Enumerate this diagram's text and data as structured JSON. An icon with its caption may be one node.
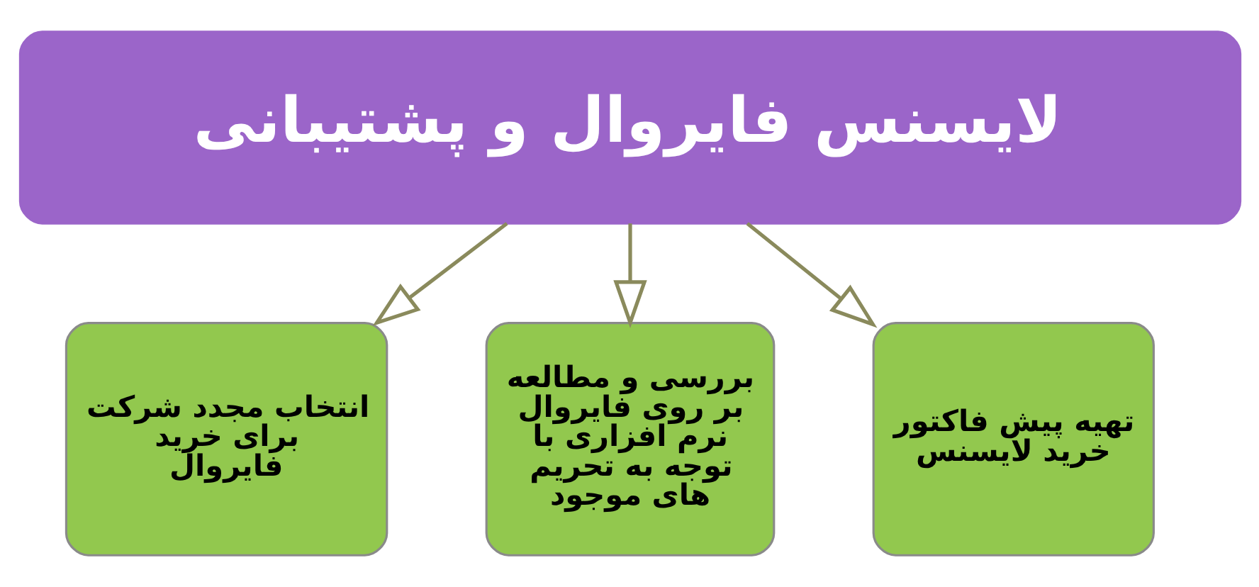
{
  "diagram": {
    "nodes": [
      {
        "text": [
          "لایسنس فایروال و پشتیبانی"
        ]
      },
      {
        "text": [
          "تهیه پیش فاکتور خرید لایسنس"
        ]
      },
      {
        "text": [
          "بررسی و مطالعه بر روی فایروال نرم افزاری با توجه به تحریم های موجود"
        ]
      },
      {
        "text": [
          "انتخاب مجدد شرکت برای خرید فایروال"
        ]
      }
    ],
    "edges": [
      {
        "from": 0,
        "to": 1,
        "arrow": "to"
      },
      {
        "from": 0,
        "to": 2,
        "arrow": "to"
      },
      {
        "from": 0,
        "to": 3,
        "arrow": "to"
      }
    ]
  }
}
